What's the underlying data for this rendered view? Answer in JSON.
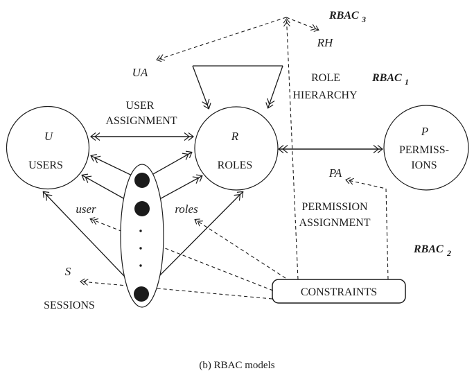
{
  "colors": {
    "ink": "#1b1b1b",
    "paper": "#ffffff"
  },
  "figure": {
    "caption": "(b) RBAC models"
  },
  "nodes": {
    "users": {
      "symbol": "U",
      "label": "USERS"
    },
    "roles": {
      "symbol": "R",
      "label": "ROLES"
    },
    "permissions": {
      "symbol": "P",
      "label_line1": "PERMISS-",
      "label_line2": "IONS"
    },
    "sessions": {
      "symbol": "S",
      "label": "SESSIONS"
    }
  },
  "relations": {
    "user_assignment": {
      "line1": "USER",
      "line2": "ASSIGNMENT",
      "abbrev": "UA"
    },
    "permission_assignment": {
      "line1": "PERMISSION",
      "line2": "ASSIGNMENT",
      "abbrev": "PA"
    },
    "role_hierarchy": {
      "line1": "ROLE",
      "line2": "HIERARCHY",
      "abbrev": "RH"
    },
    "session_user_label": "user",
    "session_roles_label": "roles"
  },
  "models": {
    "rbac3": {
      "name": "RBAC",
      "sub": "3"
    },
    "rbac1": {
      "name": "RBAC",
      "sub": "1"
    },
    "rbac2": {
      "name": "RBAC",
      "sub": "2"
    }
  },
  "constraints": {
    "label": "CONSTRAINTS"
  }
}
